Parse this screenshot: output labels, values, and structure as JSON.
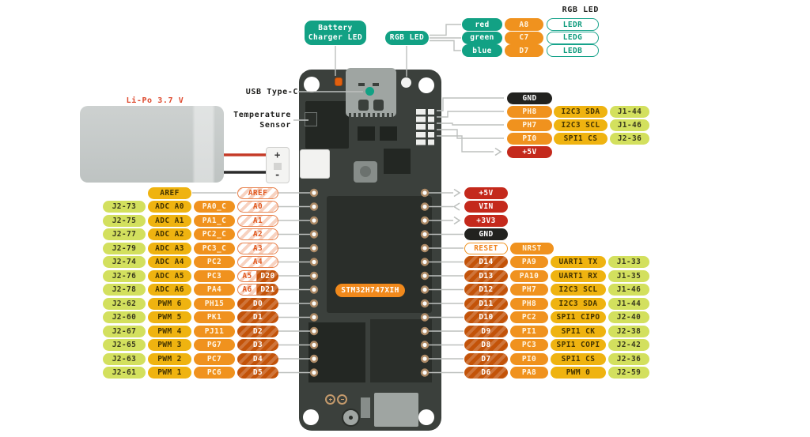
{
  "chip_label": "STM32H747XIH",
  "labels": {
    "usb": "USB Type-C",
    "temp_line1": "Temperature",
    "temp_line2": "Sensor",
    "lipo": "Li-Po 3.7 V"
  },
  "callouts": {
    "battery_line1": "Battery",
    "battery_line2": "Charger LED",
    "rgb": "RGB LED"
  },
  "battery": {
    "plus": "+",
    "minus": "-"
  },
  "rgb_table": {
    "header": "RGB LED",
    "rows": [
      {
        "name": "red",
        "pin": "A8",
        "led": "LEDR"
      },
      {
        "name": "green",
        "pin": "C7",
        "led": "LEDG"
      },
      {
        "name": "blue",
        "pin": "D7",
        "led": "LEDB"
      }
    ]
  },
  "top_right_rows": [
    {
      "pin": "GND",
      "kind": "gnd"
    },
    {
      "pin": "PH8",
      "kind": "port",
      "func": "I2C3 SDA",
      "conn": "J1-44"
    },
    {
      "pin": "PH7",
      "kind": "port",
      "func": "I2C3 SCL",
      "conn": "J1-46"
    },
    {
      "pin": "PI0",
      "kind": "port",
      "func": "SPI1 CS",
      "conn": "J2-36"
    },
    {
      "pin": "+5V",
      "kind": "power",
      "arrow": "out"
    }
  ],
  "left_rows": [
    {
      "func": "AREF",
      "pin": "AREF",
      "pin_kind": "analog"
    },
    {
      "conn": "J2-73",
      "func": "ADC A0",
      "port": "PA0_C",
      "pin": "A0",
      "pin_kind": "analog"
    },
    {
      "conn": "J2-75",
      "func": "ADC A1",
      "port": "PA1_C",
      "pin": "A1",
      "pin_kind": "analog"
    },
    {
      "conn": "J2-77",
      "func": "ADC A2",
      "port": "PC2_C",
      "pin": "A2",
      "pin_kind": "analog"
    },
    {
      "conn": "J2-79",
      "func": "ADC A3",
      "port": "PC3_C",
      "pin": "A3",
      "pin_kind": "analog"
    },
    {
      "conn": "J2-74",
      "func": "ADC A4",
      "port": "PC2",
      "pin": "A4",
      "pin_kind": "analog"
    },
    {
      "conn": "J2-76",
      "func": "ADC A5",
      "port": "PC3",
      "pin": "A5",
      "pin2": "D20",
      "pin_kind": "analog"
    },
    {
      "conn": "J2-78",
      "func": "ADC A6",
      "port": "PA4",
      "pin": "A6",
      "pin2": "D21",
      "pin_kind": "analog"
    },
    {
      "conn": "J2-62",
      "func": "PWM 6",
      "port": "PH15",
      "pin": "D0",
      "pin_kind": "digital"
    },
    {
      "conn": "J2-60",
      "func": "PWM 5",
      "port": "PK1",
      "pin": "D1",
      "pin_kind": "digital"
    },
    {
      "conn": "J2-67",
      "func": "PWM 4",
      "port": "PJ11",
      "pin": "D2",
      "pin_kind": "digital"
    },
    {
      "conn": "J2-65",
      "func": "PWM 3",
      "port": "PG7",
      "pin": "D3",
      "pin_kind": "digital"
    },
    {
      "conn": "J2-63",
      "func": "PWM 2",
      "port": "PC7",
      "pin": "D4",
      "pin_kind": "digital"
    },
    {
      "conn": "J2-61",
      "func": "PWM 1",
      "port": "PC6",
      "pin": "D5",
      "pin_kind": "digital"
    }
  ],
  "right_rows": [
    {
      "pin": "+5V",
      "kind": "power",
      "arrow": "out"
    },
    {
      "pin": "VIN",
      "kind": "power",
      "arrow": "in"
    },
    {
      "pin": "+3V3",
      "kind": "power",
      "arrow": "out"
    },
    {
      "pin": "GND",
      "kind": "gnd"
    },
    {
      "pin": "RESET",
      "kind": "reset",
      "port": "NRST"
    },
    {
      "pin": "D14",
      "kind": "digital",
      "port": "PA9",
      "func": "UART1 TX",
      "conn": "J1-33"
    },
    {
      "pin": "D13",
      "kind": "digital",
      "port": "PA10",
      "func": "UART1 RX",
      "conn": "J1-35"
    },
    {
      "pin": "D12",
      "kind": "digital",
      "port": "PH7",
      "func": "I2C3 SCL",
      "conn": "J1-46"
    },
    {
      "pin": "D11",
      "kind": "digital",
      "port": "PH8",
      "func": "I2C3 SDA",
      "conn": "J1-44"
    },
    {
      "pin": "D10",
      "kind": "digital",
      "port": "PC2",
      "func": "SPI1 CIPO",
      "conn": "J2-40"
    },
    {
      "pin": "D9",
      "kind": "digital",
      "port": "PI1",
      "func": "SPI1 CK",
      "conn": "J2-38"
    },
    {
      "pin": "D8",
      "kind": "digital",
      "port": "PC3",
      "func": "SPI1 COPI",
      "conn": "J2-42"
    },
    {
      "pin": "D7",
      "kind": "digital",
      "port": "PI0",
      "func": "SPI1 CS",
      "conn": "J2-36"
    },
    {
      "pin": "D6",
      "kind": "digital",
      "port": "PA8",
      "func": "PWM 0",
      "conn": "J2-59"
    }
  ],
  "colors": {
    "teal": "#12A184",
    "orange": "#F0921E",
    "gold": "#EFB310",
    "lime": "#D3E05E",
    "digital_dark": "#C35309",
    "power_red": "#C4291C",
    "gnd_black": "#22221F",
    "line_gray": "#BDC0BE",
    "board": "#3B403C"
  }
}
